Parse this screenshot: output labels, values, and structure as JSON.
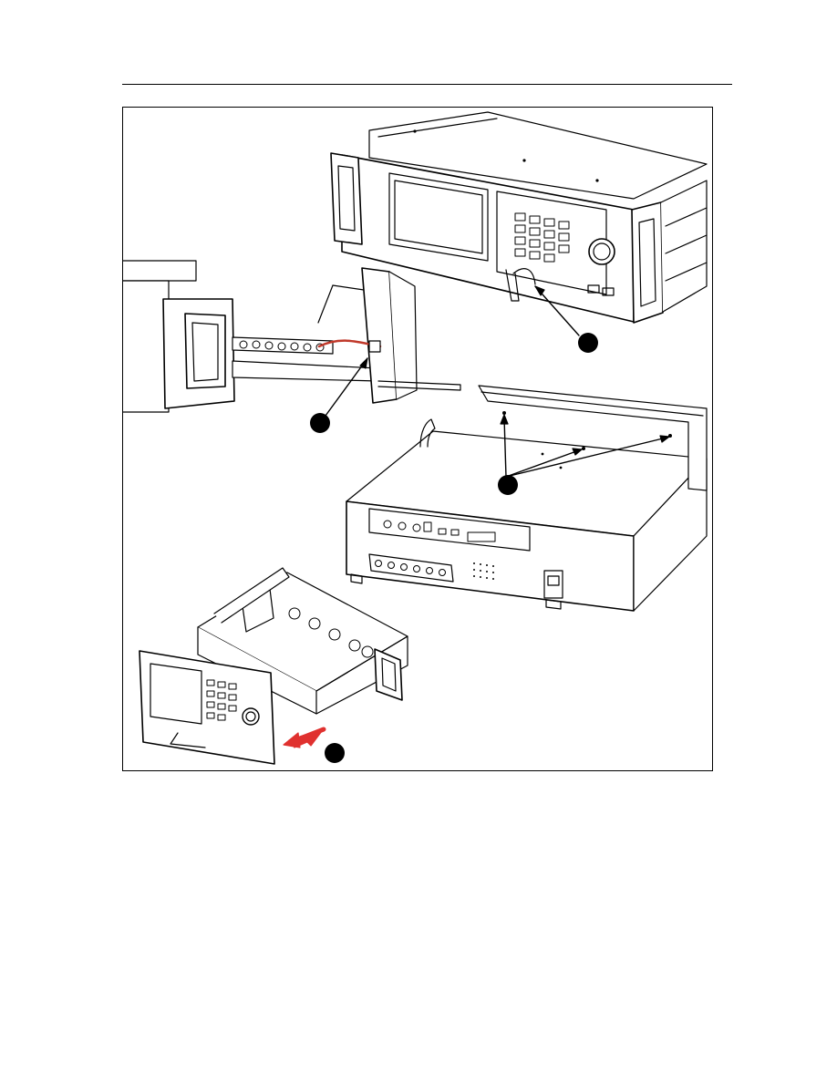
{
  "figure": {
    "callouts": [
      {
        "id": "step-1",
        "label": ""
      },
      {
        "id": "step-2",
        "label": ""
      },
      {
        "id": "step-3",
        "label": ""
      },
      {
        "id": "step-4",
        "label": ""
      }
    ],
    "colors": {
      "line": "#000000",
      "removal_arrow": "#e0312f",
      "ribbon_cable": "#c0392b",
      "callout": "#000000"
    }
  }
}
